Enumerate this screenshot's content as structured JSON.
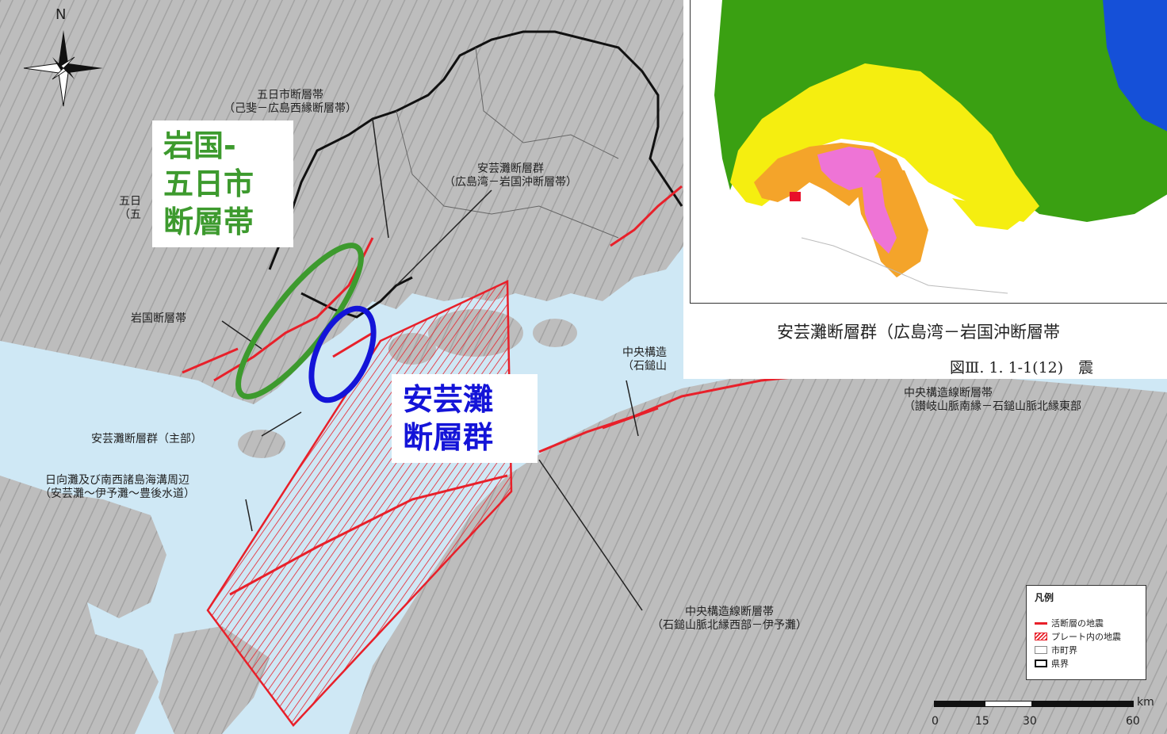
{
  "map": {
    "compass_letter": "N",
    "labels": {
      "itsukaichi_fault": [
        "五日市断層帯",
        "（己斐－広島西縁断層帯）"
      ],
      "aki_nada_north": [
        "安芸灘断層群",
        "（広島湾－岩国沖断層帯）"
      ],
      "itsukaichi_left": [
        "五日",
        "（五"
      ],
      "iwakuni_fault": [
        "岩国断層帯"
      ],
      "aki_nada_main": [
        "安芸灘断層群（主部）"
      ],
      "hyuga_nada": [
        "日向灘及び南西諸島海溝周辺",
        "（安芸灘～伊予灘～豊後水道）"
      ],
      "chuo_partial": [
        "中央構造",
        "（石鎚山"
      ],
      "chuo_sanuki": [
        "中央構造線断層帯",
        "（讃岐山脈南縁－石鎚山脈北縁東部"
      ],
      "chuo_ishizuchi": [
        "中央構造線断層帯",
        "（石鎚山脈北縁西部－伊予灘）"
      ]
    },
    "callouts": {
      "green": [
        "岩国-",
        "五日市",
        "断層帯"
      ],
      "blue": [
        "安芸灘",
        "断層群"
      ]
    },
    "colors": {
      "sea": "#cfe8f5",
      "land": "#b9b9b9",
      "fault": "#e8202a",
      "green_oval": "#3d9a2e",
      "blue_oval": "#1414d8",
      "green_text": "#3d9a2e",
      "blue_text": "#1414d8"
    }
  },
  "inset": {
    "caption": "安芸灘断層群（広島湾－岩国沖断層帯",
    "figure_label": "図Ⅲ. 1. 1-1(12)　震",
    "colors": {
      "green": "#3aa012",
      "yellow": "#f5ee10",
      "orange": "#f4a42a",
      "pink": "#ee74d6",
      "red": "#e8102a",
      "blue": "#1550d8"
    }
  },
  "legend": {
    "title": "凡例",
    "items": [
      {
        "label": "活断層の地震",
        "symbol": "red-line"
      },
      {
        "label": "プレート内の地震",
        "symbol": "hatched-box"
      },
      {
        "label": "市町界",
        "symbol": "thin-box"
      },
      {
        "label": "県界",
        "symbol": "thick-box"
      }
    ]
  },
  "scale": {
    "unit": "km",
    "ticks": [
      "0",
      "15",
      "30",
      "60"
    ]
  }
}
